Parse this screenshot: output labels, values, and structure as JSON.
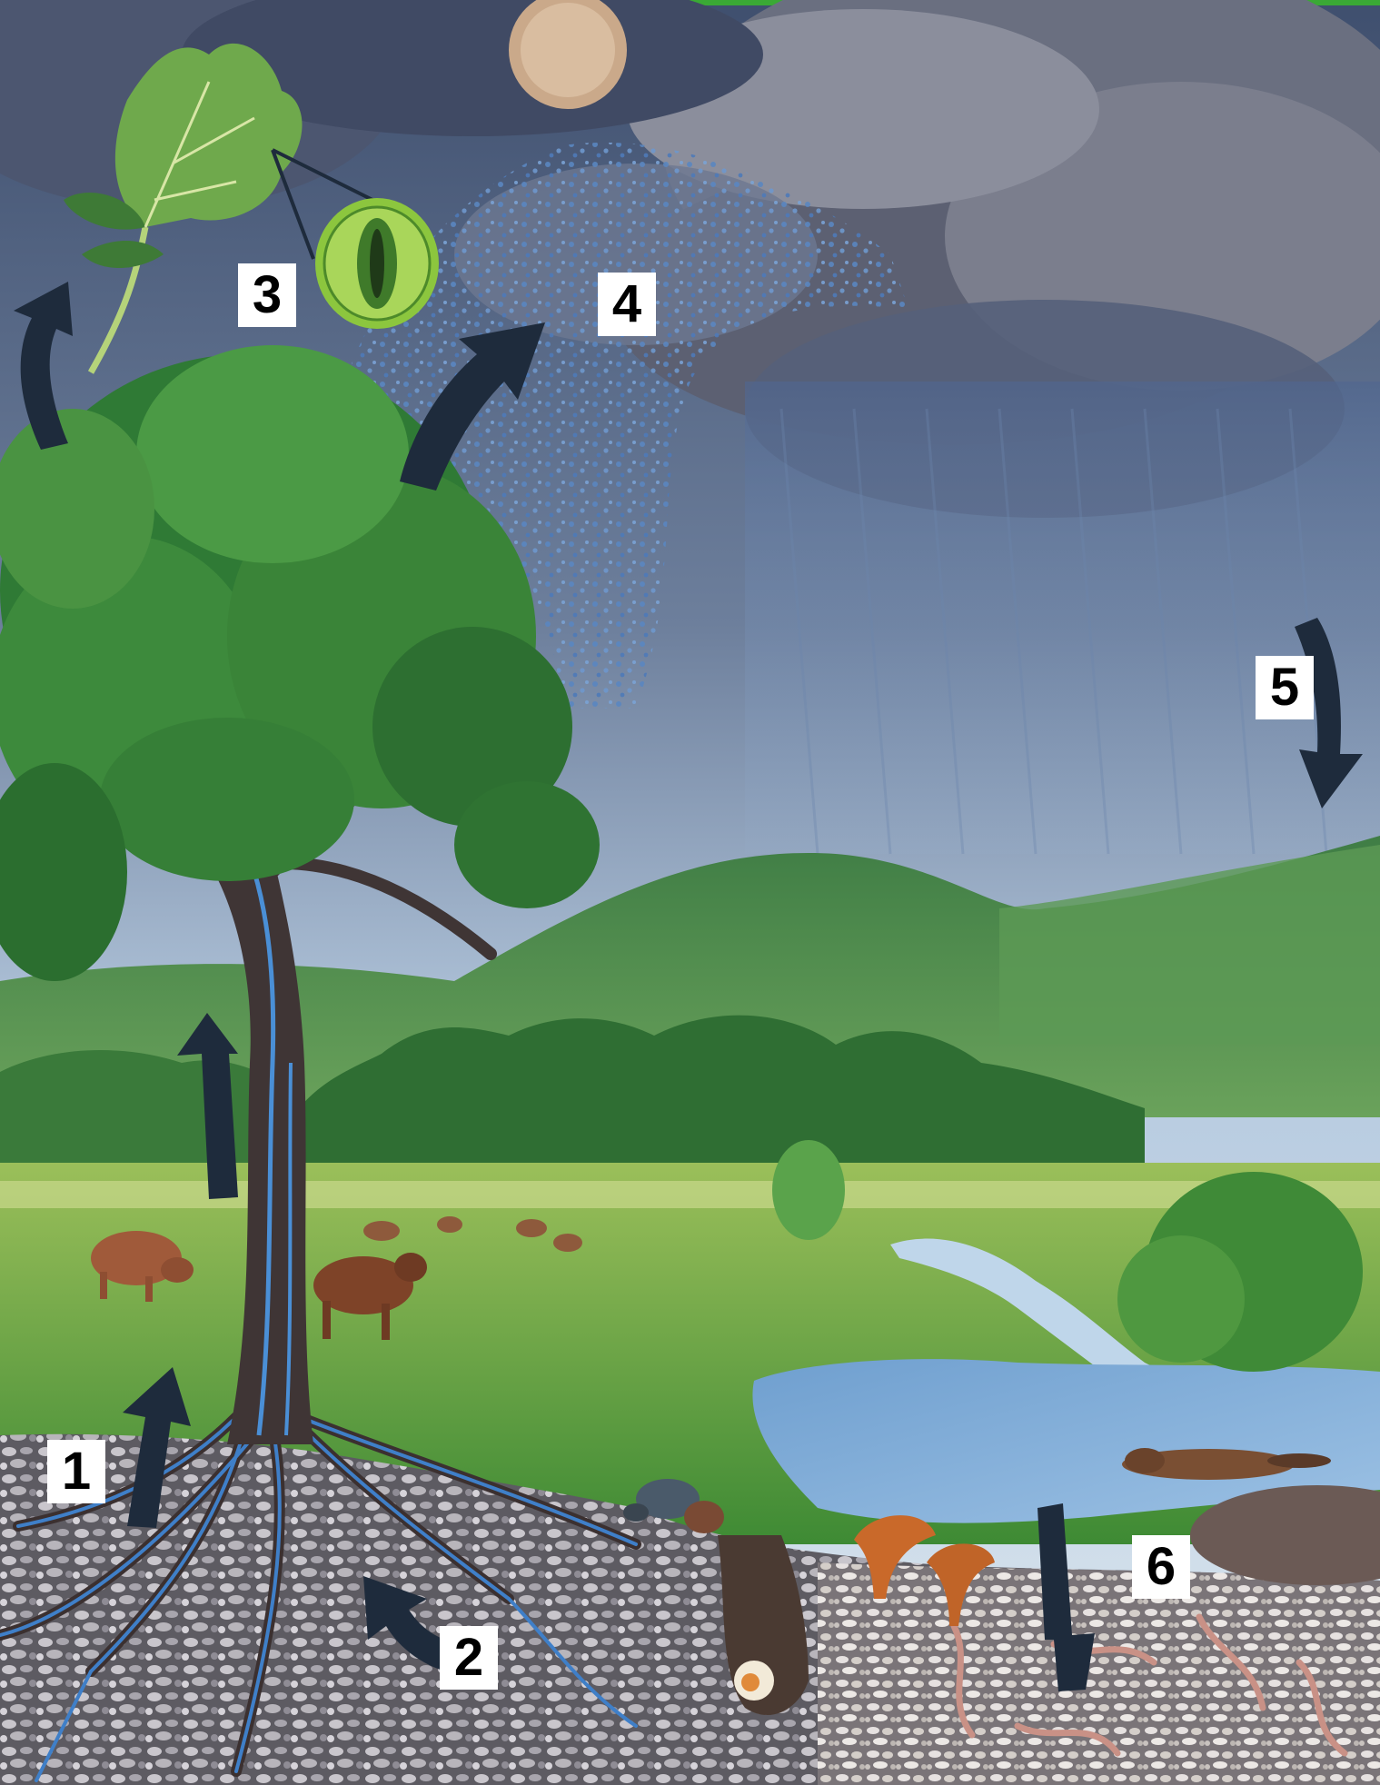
{
  "diagram": {
    "steps": [
      {
        "number": "1"
      },
      {
        "number": "2"
      },
      {
        "number": "3"
      },
      {
        "number": "4"
      },
      {
        "number": "5"
      },
      {
        "number": "6"
      }
    ]
  },
  "colors": {
    "frame_accent": "#3aa935",
    "arrow": "#1e2b3c",
    "sky_storm": "#5a6880",
    "sky_light": "#b9cde0",
    "foliage": "#3f8a3a",
    "water": "#7fa9d6",
    "soil": "#8a8a92"
  },
  "icons": [
    "leaf-icon",
    "stoma-icon",
    "sun-icon",
    "cow-icon",
    "beaver-icon",
    "beetle-icon",
    "mushroom-icon",
    "worm-icon"
  ]
}
